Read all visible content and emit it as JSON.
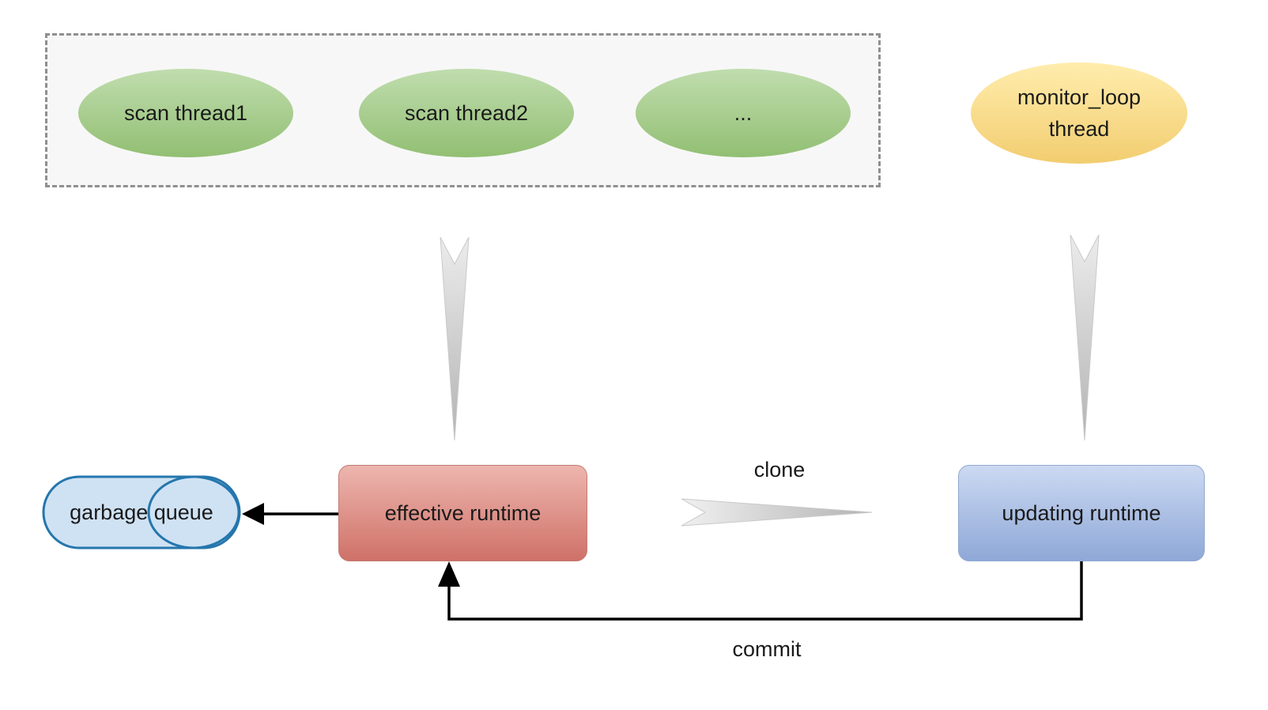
{
  "diagram": {
    "scan_group": {
      "items": [
        {
          "label": "scan thread1"
        },
        {
          "label": "scan thread2"
        },
        {
          "label": "..."
        }
      ]
    },
    "monitor_thread": {
      "line1": "monitor_loop",
      "line2": "thread"
    },
    "effective_runtime": {
      "label": "effective runtime"
    },
    "updating_runtime": {
      "label": "updating runtime"
    },
    "garbage_queue": {
      "label": "garbage queue"
    },
    "edges": {
      "clone_label": "clone",
      "commit_label": "commit"
    },
    "colors": {
      "green_fill": "#a9d18e",
      "yellow_fill": "#ffe599",
      "red_fill": "#df8a80",
      "blue_fill": "#a5bbe3",
      "queue_fill": "#cfe2f3",
      "queue_stroke": "#2576ad",
      "arrow_gray": "#bfbfbf",
      "group_bg": "#f7f7f7",
      "group_border": "#8f8f8f"
    }
  }
}
